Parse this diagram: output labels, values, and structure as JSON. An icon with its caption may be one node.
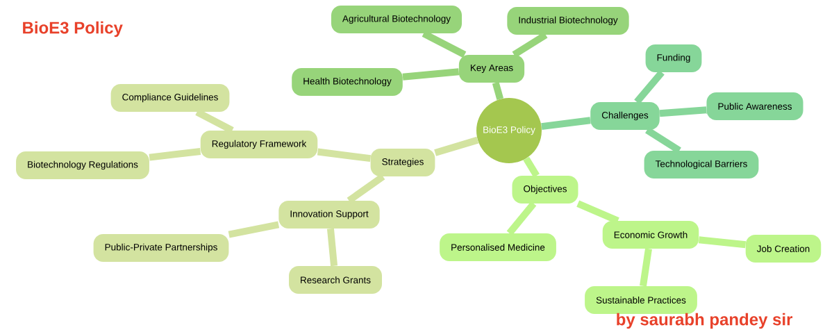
{
  "diagram": {
    "title": "BioE3 Policy",
    "nodes": [
      {
        "text": [
          "BioE3 Policy"
        ]
      },
      {
        "text": [
          "Key Areas"
        ]
      },
      {
        "text": [
          "Agricultural Biotechnology"
        ]
      },
      {
        "text": [
          "Industrial Biotechnology"
        ]
      },
      {
        "text": [
          "Health Biotechnology"
        ]
      },
      {
        "text": [
          "Challenges"
        ]
      },
      {
        "text": [
          "Funding"
        ]
      },
      {
        "text": [
          "Public Awareness"
        ]
      },
      {
        "text": [
          "Technological Barriers"
        ]
      },
      {
        "text": [
          "Objectives"
        ]
      },
      {
        "text": [
          "Economic Growth"
        ]
      },
      {
        "text": [
          "Job Creation"
        ]
      },
      {
        "text": [
          "Sustainable Practices"
        ]
      },
      {
        "text": [
          "Personalised Medicine"
        ]
      },
      {
        "text": [
          "Strategies"
        ]
      },
      {
        "text": [
          "Regulatory Framework"
        ]
      },
      {
        "text": [
          "Compliance Guidelines"
        ]
      },
      {
        "text": [
          "Biotechnology Regulations"
        ]
      },
      {
        "text": [
          "Innovation Support"
        ]
      },
      {
        "text": [
          "Public-Private Partnerships"
        ]
      },
      {
        "text": [
          "Research Grants"
        ]
      }
    ],
    "edges": [
      {
        "from": 0,
        "to": 1,
        "arrow": "none",
        "color": "#97d47a"
      },
      {
        "from": 1,
        "to": 2,
        "arrow": "none",
        "color": "#97d47a"
      },
      {
        "from": 1,
        "to": 3,
        "arrow": "none",
        "color": "#97d47a"
      },
      {
        "from": 1,
        "to": 4,
        "arrow": "none",
        "color": "#97d47a"
      },
      {
        "from": 0,
        "to": 5,
        "arrow": "none",
        "color": "#86d699"
      },
      {
        "from": 5,
        "to": 6,
        "arrow": "none",
        "color": "#86d699"
      },
      {
        "from": 5,
        "to": 7,
        "arrow": "none",
        "color": "#86d699"
      },
      {
        "from": 5,
        "to": 8,
        "arrow": "none",
        "color": "#86d699"
      },
      {
        "from": 0,
        "to": 9,
        "arrow": "none",
        "color": "#bdf58a"
      },
      {
        "from": 9,
        "to": 10,
        "arrow": "none",
        "color": "#bdf58a"
      },
      {
        "from": 10,
        "to": 11,
        "arrow": "none",
        "color": "#bdf58a"
      },
      {
        "from": 10,
        "to": 12,
        "arrow": "none",
        "color": "#bdf58a"
      },
      {
        "from": 9,
        "to": 13,
        "arrow": "none",
        "color": "#bdf58a"
      },
      {
        "from": 0,
        "to": 14,
        "arrow": "none",
        "color": "#d3e3a0"
      },
      {
        "from": 14,
        "to": 15,
        "arrow": "none",
        "color": "#d3e3a0"
      },
      {
        "from": 15,
        "to": 16,
        "arrow": "none",
        "color": "#d3e3a0"
      },
      {
        "from": 15,
        "to": 17,
        "arrow": "none",
        "color": "#d3e3a0"
      },
      {
        "from": 14,
        "to": 18,
        "arrow": "none",
        "color": "#d3e3a0"
      },
      {
        "from": 18,
        "to": 19,
        "arrow": "none",
        "color": "#d3e3a0"
      },
      {
        "from": 18,
        "to": 20,
        "arrow": "none",
        "color": "#d3e3a0"
      }
    ],
    "labels": [
      "by saurabh pandey sir"
    ]
  }
}
